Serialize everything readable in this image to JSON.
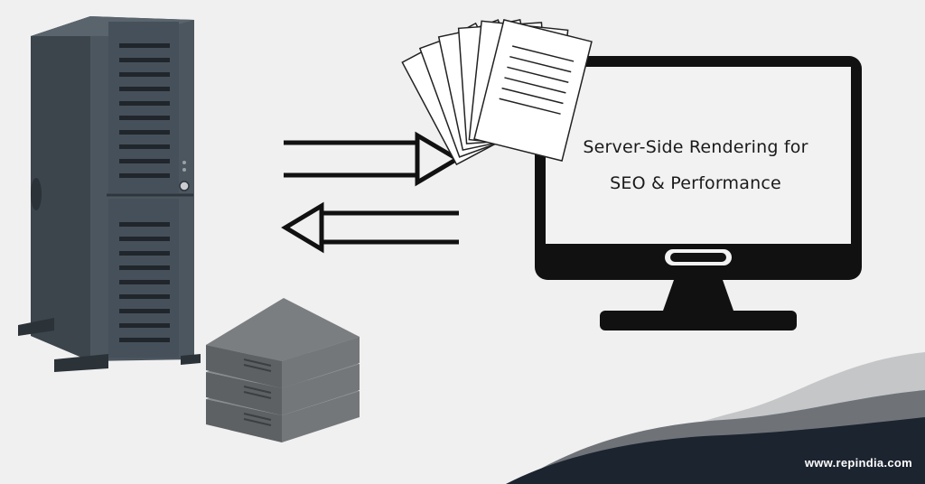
{
  "monitor": {
    "line1": "Server-Side Rendering  for",
    "line2": "SEO & Performance"
  },
  "footer": {
    "url": "www.repindia.com"
  },
  "colors": {
    "background": "#f0f0f0",
    "tower": "#4a545e",
    "tower_dark": "#2f363d",
    "rack": "#6b6e71",
    "monitor_frame": "#111111",
    "wave_dark": "#1c2430",
    "wave_mid": "#6f7378",
    "wave_light": "#c4c6c8"
  }
}
